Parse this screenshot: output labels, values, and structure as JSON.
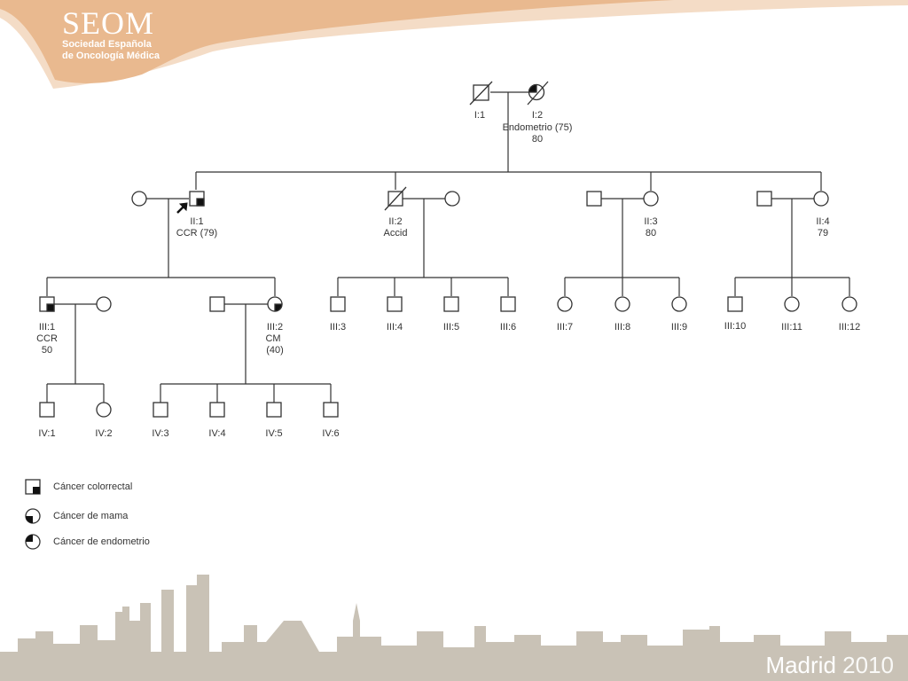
{
  "header": {
    "logo_name": "SEOM",
    "logo_line1": "Sociedad Española",
    "logo_line2": "de Oncología Médica"
  },
  "footer": {
    "city": "Madrid",
    "year": "2010"
  },
  "colors": {
    "banner": "#e9b98f",
    "skyline": "#c9c2b6",
    "line": "#333333"
  },
  "pedigree": {
    "I1": "I:1",
    "I2": "I:2",
    "I2_dx": "Endometrio (75)",
    "I2_age": "80",
    "II1": "II:1",
    "II1_dx": "CCR (79)",
    "II2": "II:2",
    "II2_dx": "Accid",
    "II3": "II:3",
    "II3_age": "80",
    "II4": "II:4",
    "II4_age": "79",
    "III1": "III:1",
    "III1_dx": "CCR",
    "III1_age": "50",
    "III2": "III:2",
    "III2_dx": "CM",
    "III2_age": "(40)",
    "III3": "III:3",
    "III4": "III:4",
    "III5": "III:5",
    "III6": "III:6",
    "III7": "III:7",
    "III8": "III:8",
    "III9": "III:9",
    "III10": "III:10",
    "III11": "III:11",
    "III12": "III:12",
    "IV1": "IV:1",
    "IV2": "IV:2",
    "IV3": "IV:3",
    "IV4": "IV:4",
    "IV5": "IV:5",
    "IV6": "IV:6"
  },
  "legend": {
    "colorrectal": "Cáncer colorrectal",
    "mama": "Cáncer de mama",
    "endometrio": "Cáncer de endometrio"
  }
}
